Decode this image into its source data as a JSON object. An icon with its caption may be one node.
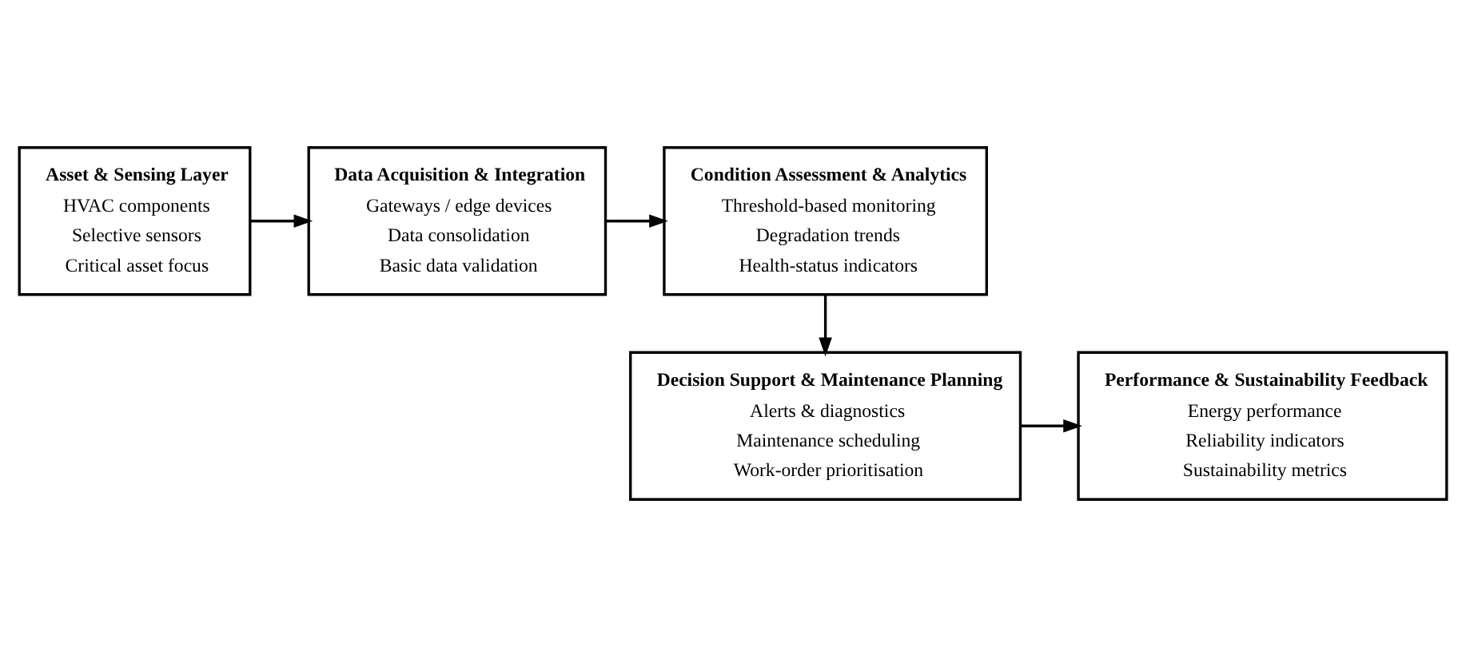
{
  "diagram": {
    "nodes": [
      {
        "text": [
          "Asset & Sensing Layer",
          "HVAC components",
          "Selective sensors",
          "Critical asset focus"
        ]
      },
      {
        "text": [
          "Data Acquisition & Integration",
          "Gateways / edge devices",
          "Data consolidation",
          "Basic data validation"
        ]
      },
      {
        "text": [
          "Condition Assessment & Analytics",
          "Threshold-based monitoring",
          "Degradation trends",
          "Health-status indicators"
        ]
      },
      {
        "text": [
          "Decision Support & Maintenance Planning",
          "Alerts & diagnostics",
          "Maintenance scheduling",
          "Work-order prioritisation"
        ]
      },
      {
        "text": [
          "Performance & Sustainability Feedback",
          "Energy performance",
          "Reliability indicators",
          "Sustainability metrics"
        ]
      }
    ],
    "edges": [
      {
        "from": 0,
        "to": 1,
        "arrow": "to"
      },
      {
        "from": 1,
        "to": 2,
        "arrow": "to"
      },
      {
        "from": 2,
        "to": 3,
        "arrow": "to"
      },
      {
        "from": 3,
        "to": 4,
        "arrow": "to"
      }
    ]
  }
}
